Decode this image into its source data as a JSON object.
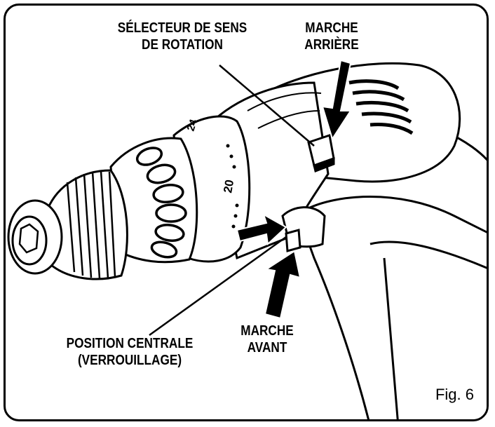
{
  "labels": {
    "selector_line1": "SÉLECTEUR DE SENS",
    "selector_line2": "DE ROTATION",
    "reverse_line1": "MARCHE",
    "reverse_line2": "ARRIÈRE",
    "center_line1": "POSITION CENTRALE",
    "center_line2": "(VERROUILLAGE)",
    "forward_line1": "MARCHE",
    "forward_line2": "AVANT"
  },
  "figure_label": "Fig. 6",
  "dial_numbers": [
    "24",
    "20"
  ],
  "colors": {
    "ink": "#000000",
    "paper": "#ffffff",
    "shade": "#d9d9d9"
  }
}
